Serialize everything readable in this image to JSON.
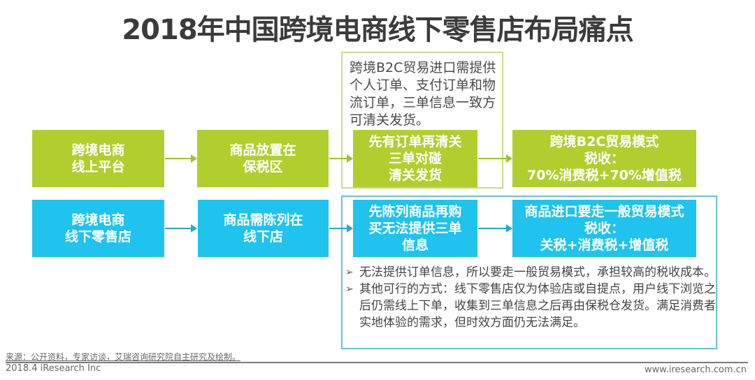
{
  "title": "2018年中国跨境电商线下零售店布局痛点",
  "colors": {
    "green": "#b0cf2f",
    "blue": "#1fc3ee",
    "title": "#3b3b3b"
  },
  "green_note": "跨境B2C贸易进口需提供个人订单、支付订单和物流订单，三单信息一致方可清关发货。",
  "green_row": [
    {
      "text": "跨境电商\n线上平台"
    },
    {
      "text": "商品放置在\n保税区"
    },
    {
      "text": "先有订单再清关\n三单对碰\n清关发货"
    },
    {
      "text": "跨境B2C贸易模式\n税收：\n70%消费税+70%增值税"
    }
  ],
  "blue_row": [
    {
      "text": "跨境电商\n线下零售店"
    },
    {
      "text": "商品需陈列在\n线下店"
    },
    {
      "text": "先陈列商品再购\n买无法提供三单\n信息"
    },
    {
      "text": "商品进口要走一般贸易模式\n税收：\n关税+消费税+增值税"
    }
  ],
  "bullets": [
    {
      "marker": "➢",
      "text": "无法提供订单信息，所以要走一般贸易模式，承担较高的税收成本。"
    },
    {
      "marker": "➢",
      "text": "其他可行的方式：线下零售店仅为体验店或自提点，用户线下浏览之后仍需线上下单，收集到三单信息之后再由保税仓发货。满足消费者实地体验的需求，但时效方面仍无法满足。"
    }
  ],
  "footer": {
    "source": "来源：公开资料，专家访谈，艾瑞咨询研究院自主研究及绘制。",
    "left": "2018.4 iResearch Inc",
    "right": "www.iresearch.com.cn"
  }
}
